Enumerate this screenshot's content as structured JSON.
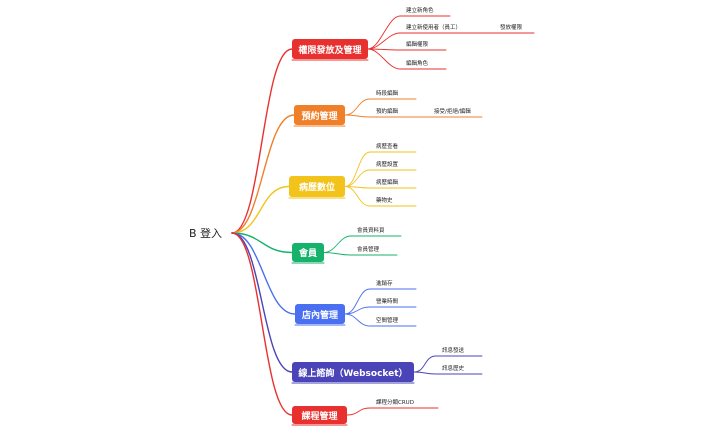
{
  "root": {
    "label": "B 登入"
  },
  "branches": [
    {
      "label": "權限發放及管理",
      "color": "#e8312f",
      "children": [
        "建立新角色",
        "建立新使用者（員工）",
        "編輯權限",
        "編輯角色"
      ],
      "sub": {
        "parent_index": 1,
        "label": "發放權限"
      }
    },
    {
      "label": "預約管理",
      "color": "#f07f2a",
      "children": [
        "時段編輯",
        "預約編輯"
      ],
      "sub": {
        "parent_index": 1,
        "label": "接受/拒絕/編輯"
      }
    },
    {
      "label": "病歷數位",
      "color": "#f2c31b",
      "children": [
        "病歷查看",
        "病歷設置",
        "病歷編輯",
        "藥物史"
      ]
    },
    {
      "label": "會員",
      "color": "#16b26b",
      "children": [
        "會員資料頁",
        "會員管理"
      ]
    },
    {
      "label": "店內管理",
      "color": "#4a6ff0",
      "children": [
        "進銷存",
        "營業時間",
        "空間管理"
      ]
    },
    {
      "label": "線上諮詢（Websocket）",
      "color": "#4a44b8",
      "children": [
        "訊息發送",
        "訊息歷史"
      ]
    },
    {
      "label": "課程管理",
      "color": "#e8312f",
      "children": [
        "課程分類CRUD"
      ]
    }
  ]
}
